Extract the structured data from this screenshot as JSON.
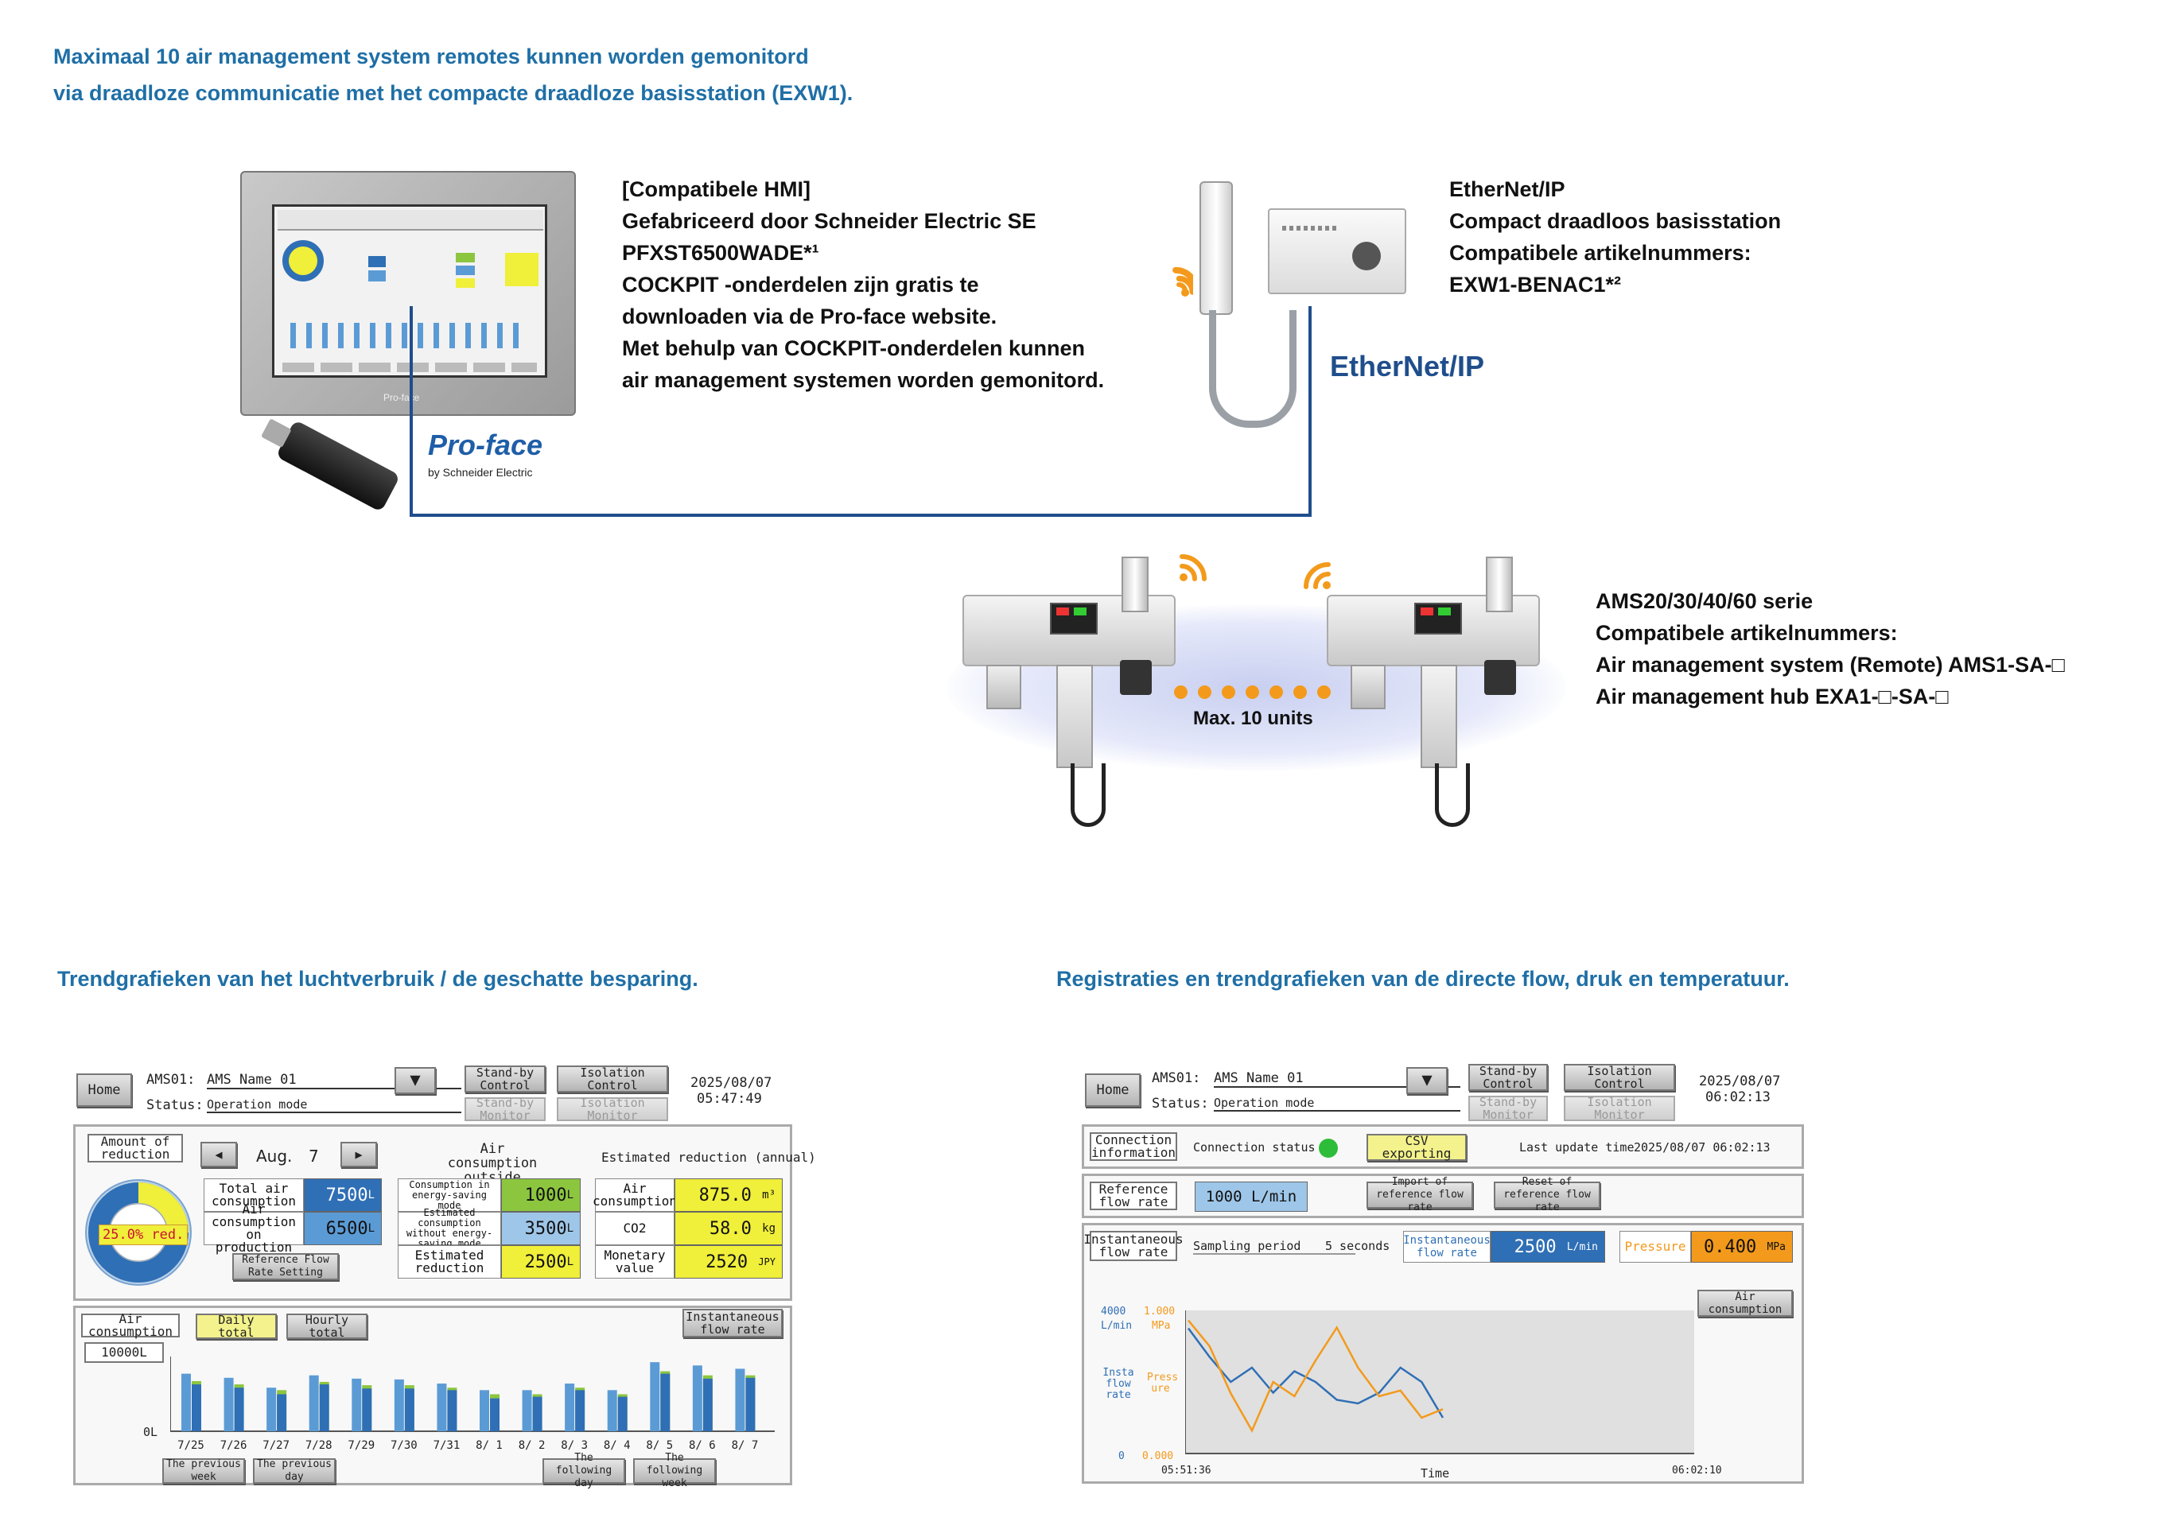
{
  "headline": {
    "line1": "Maximaal 10 air management system remotes kunnen worden gemonitord",
    "line2": "via draadloze communicatie met het compacte draadloze basisstation (EXW1)."
  },
  "hmi_block": {
    "lines": [
      "[Compatibele HMI]",
      "Gefabriceerd door Schneider Electric SE",
      "PFXST6500WADE*¹",
      "COCKPIT -onderdelen zijn gratis te",
      "downloaden via de Pro-face website.",
      "Met behulp van COCKPIT-onderdelen kunnen",
      "air management systemen worden gemonitord."
    ],
    "logo_text": "Pro-face",
    "logo_sub": "by Schneider Electric",
    "bezel_logo": "Pro-face"
  },
  "ethernet_block": {
    "lines": [
      "EtherNet/IP",
      "Compact draadloos basisstation",
      "Compatibele artikelnummers:",
      "EXW1-BENAC1*²"
    ],
    "logo_text": "EtherNet/IP"
  },
  "ams_block": {
    "lines": [
      "AMS20/30/40/60 serie",
      "Compatibele artikelnummers:",
      "Air management system (Remote) AMS1-SA-□",
      "Air management hub EXA1-□-SA-□"
    ],
    "max_label": "Max. 10 units"
  },
  "captions": {
    "left": "Trendgrafieken van het luchtverbruik / de geschatte besparing.",
    "right": "Registraties en trendgrafieken van de directe flow, druk en temperatuur."
  },
  "colors": {
    "heading": "#1f6fa6",
    "orange": "#f39a1c",
    "hmi_blue": "#2f6fb5",
    "hmi_yellow": "#f0ef3a",
    "hmi_green": "#8cc63f"
  },
  "screen1": {
    "home": "Home",
    "ams_id": "AMS01:",
    "ams_name": "AMS Name 01",
    "status_label": "Status:",
    "status_value": "Operation mode",
    "standby": "Stand-by Control",
    "isolation": "Isolation Control",
    "standby_monitor": "Stand-by Monitor",
    "isolation_monitor": "Isolation Monitor",
    "date": "2025/08/07",
    "time": "05:47:49",
    "amount_label": "Amount of reduction",
    "month": "Aug.",
    "day": "7",
    "donut_label": "25.0% red.",
    "donut_fraction": 0.25,
    "total_air": "Total air consumption",
    "total_air_val": "7500",
    "on_production": "Air consumption on production",
    "on_production_val": "6500",
    "unit_L": "L",
    "outside_title": "Air consumption outside production",
    "energy_mode": "Consumption in energy-saving mode",
    "energy_mode_val": "1000",
    "without_mode": "Estimated consumption without energy-saving mode",
    "without_mode_val": "3500",
    "est_reduction": "Estimated reduction",
    "est_reduction_val": "2500",
    "annual_title": "Estimated reduction (annual)",
    "air_consumption": "Air consumption",
    "air_val": "875.0",
    "air_unit": "m³",
    "co2": "CO2",
    "co2_val": "58.0",
    "co2_unit": "kg",
    "monetary": "Monetary value",
    "monetary_val": "2520",
    "monetary_unit": "JPY",
    "ref_flow": "Reference Flow Rate Setting",
    "chart_label": "Air consumption",
    "daily": "Daily total",
    "hourly": "Hourly total",
    "instant": "Instantaneous flow rate",
    "scale": "10000L",
    "zero": "0L",
    "prev_week": "The previous week",
    "prev_day": "The previous day",
    "next_day": "The following day",
    "next_week": "The following week"
  },
  "chart_data": [
    {
      "type": "bar",
      "categories": [
        "7/25",
        "7/26",
        "7/27",
        "7/28",
        "7/29",
        "7/30",
        "7/31",
        "8/ 1",
        "8/ 2",
        "8/ 3",
        "8/ 4",
        "8/ 5",
        "8/ 6",
        "8/ 7"
      ],
      "series": [
        {
          "values": [
            7000,
            6500,
            5300,
            6800,
            6400,
            6300,
            5800,
            5000,
            5000,
            5800,
            5000,
            8400,
            8000,
            7600
          ]
        },
        {
          "values": [
            5700,
            5300,
            4500,
            5700,
            5200,
            5200,
            5000,
            4000,
            4200,
            5000,
            4200,
            7000,
            6400,
            6500
          ]
        },
        {
          "values": [
            6100,
            5700,
            5000,
            6000,
            5600,
            5600,
            5300,
            4500,
            4500,
            5300,
            4500,
            7300,
            6800,
            6800
          ]
        }
      ],
      "ylim": [
        0,
        10000
      ]
    },
    {
      "type": "line",
      "x": [
        0,
        1,
        2,
        3,
        4,
        5,
        6,
        7,
        8,
        9,
        10,
        11,
        12
      ],
      "series": [
        {
          "values": [
            3500,
            2700,
            2000,
            2400,
            1700,
            2300,
            2000,
            1500,
            1400,
            1700,
            2400,
            2000,
            1000
          ]
        },
        {
          "values": [
            0.93,
            0.75,
            0.42,
            0.16,
            0.5,
            0.4,
            0.65,
            0.88,
            0.6,
            0.4,
            0.44,
            0.25,
            0.31
          ]
        }
      ],
      "x_start": "05:51:36",
      "x_end": "06:02:10",
      "xlabel": "Time",
      "y_left_max": "4000",
      "y_left_unit": "L/min",
      "y_left_zero": "0",
      "y_left_title": "Insta flow rate",
      "y_right_max": "1.000",
      "y_right_unit": "MPa",
      "y_right_zero": "0.000",
      "y_right_title": "Press ure"
    }
  ],
  "screen2": {
    "home": "Home",
    "ams_id": "AMS01:",
    "ams_name": "AMS Name 01",
    "status_label": "Status:",
    "status_value": "Operation mode",
    "standby": "Stand-by Control",
    "isolation": "Isolation Control",
    "standby_monitor": "Stand-by Monitor",
    "isolation_monitor": "Isolation Monitor",
    "date": "2025/08/07",
    "time": "06:02:13",
    "conn_info": "Connection information",
    "conn_status": "Connection status",
    "csv": "CSV exporting",
    "last_update": "Last update time",
    "last_update_val": "2025/08/07 06:02:13",
    "ref_flow": "Reference flow rate",
    "ref_flow_val": "1000 L/min",
    "import_ref": "Import of reference flow rate",
    "reset_ref": "Reset of reference flow rate",
    "inst_flow": "Instantaneous flow rate",
    "sampling": "Sampling period",
    "sampling_val": "5 seconds",
    "inst_flow2": "Instantaneous flow rate",
    "inst_val": "2500",
    "inst_unit": "L/min",
    "pressure": "Pressure",
    "pressure_val": "0.400",
    "pressure_unit": "MPa",
    "air_consumption": "Air consumption"
  }
}
